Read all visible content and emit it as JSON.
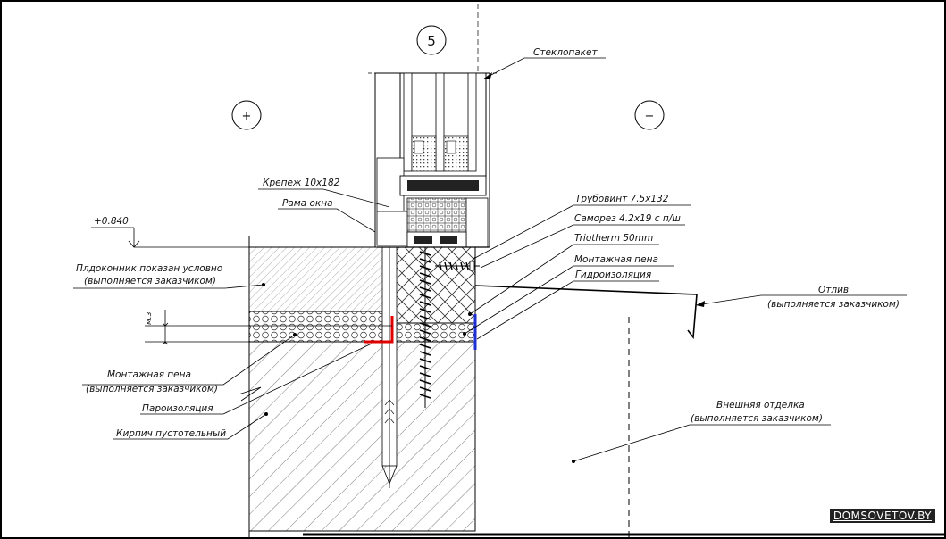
{
  "axis_label": "5",
  "sign_inside": "+",
  "sign_outside": "−",
  "elevation": "+0.840",
  "mz_label": "м.з.",
  "labels": {
    "glazing": "Стеклопакет",
    "fastener": "Крепеж 10х182",
    "frame": "Рама окна",
    "screw_tube": "Трубовинт 7.5х132",
    "self_tap": "Саморез 4.2х19 с п/ш",
    "triotherm": "Triotherm 50mm",
    "foam_out": "Монтажная пена",
    "waterproof": "Гидроизоляция",
    "sill_line1": "Плдоконник показан условно",
    "sill_line2": "(выполняется заказчиком)",
    "drip_line1": "Отлив",
    "drip_line2": "(выполняется заказчиком)",
    "foam_in_line1": "Монтажная пена",
    "foam_in_line2": "(выполняется заказчиком)",
    "vapor": "Пароизоляция",
    "brick": "Кирпич пустотельный",
    "finish_line1": "Внешняя отделка",
    "finish_line2": "(выполняется заказчиком)"
  },
  "colors": {
    "vapor_barrier": "#e00000",
    "waterproofing": "#1f2fd6"
  },
  "watermark": "DOMSOVETOV.BY"
}
